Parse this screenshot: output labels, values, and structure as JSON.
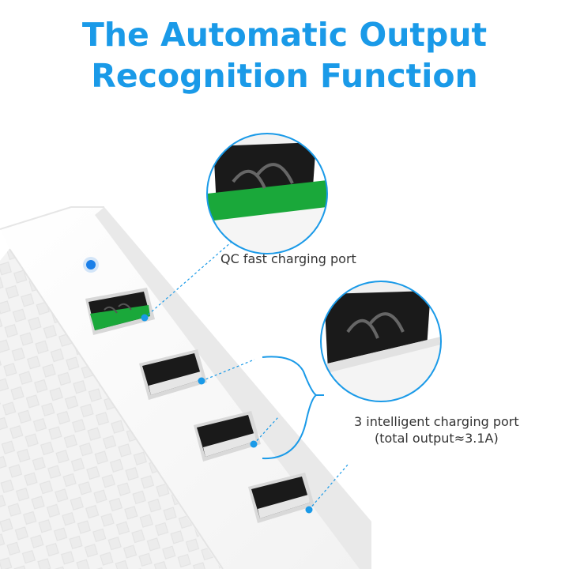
{
  "headline": {
    "line1": "The Automatic Output",
    "line2": "Recognition Function"
  },
  "callouts": {
    "qc_port": "QC fast charging port",
    "intelligent_ports_line1": "3 intelligent charging port",
    "intelligent_ports_line2": "(total output≈3.1A)"
  },
  "colors": {
    "accent": "#1a9ae8",
    "qc_port_insert": "#1aa83a",
    "led": "#1a7fe8"
  },
  "icons": {
    "indicator": "led-indicator-icon",
    "port": "usb-port-icon"
  }
}
